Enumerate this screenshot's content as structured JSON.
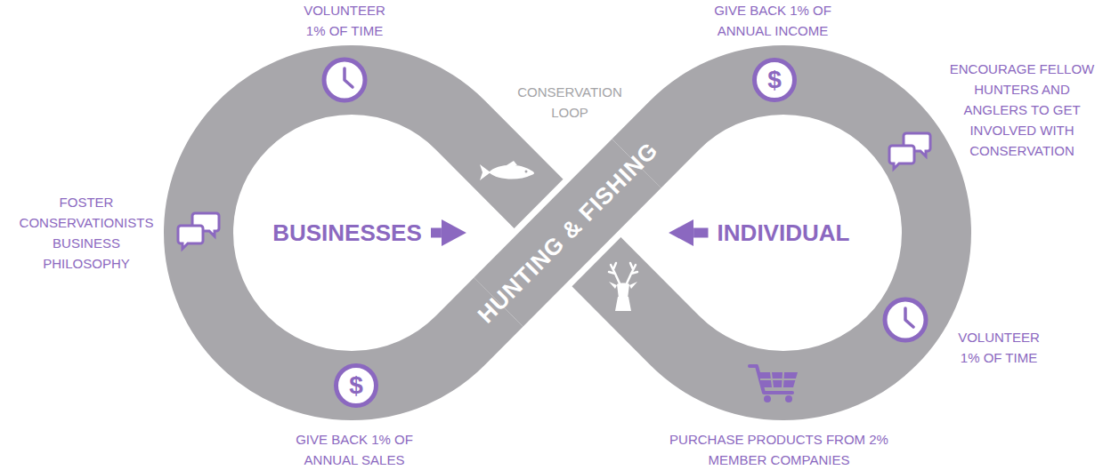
{
  "diagram": {
    "nodes": [
      {
        "text": [
          "$"
        ]
      },
      {
        "text": [
          "BUSINESSES"
        ]
      },
      {
        "text": [
          "HUNTING & FISHING"
        ]
      },
      {
        "text": [
          "INDIVIDUAL"
        ]
      },
      {
        "text": [
          "$"
        ]
      }
    ],
    "edges": [
      {
        "from": 1,
        "to": 2,
        "arrow": "to"
      },
      {
        "from": 3,
        "to": 2,
        "arrow": "to"
      }
    ],
    "labels": [
      "VOLUNTEER 1% OF TIME",
      "GIVE BACK 1% OF ANNUAL INCOME",
      "CONSERVATION LOOP",
      "ENCOURAGE FELLOW HUNTERS AND ANGLERS TO GET INVOLVED WITH CONSERVATION",
      "FOSTER CONSERVATIONISTS BUSINESS PHILOSOPHY",
      "VOLUNTEER 1% OF TIME",
      "GIVE BACK 1% OF ANNUAL SALES",
      "PURCHASE PRODUCTS FROM 2% MEMBER COMPANIES"
    ]
  }
}
